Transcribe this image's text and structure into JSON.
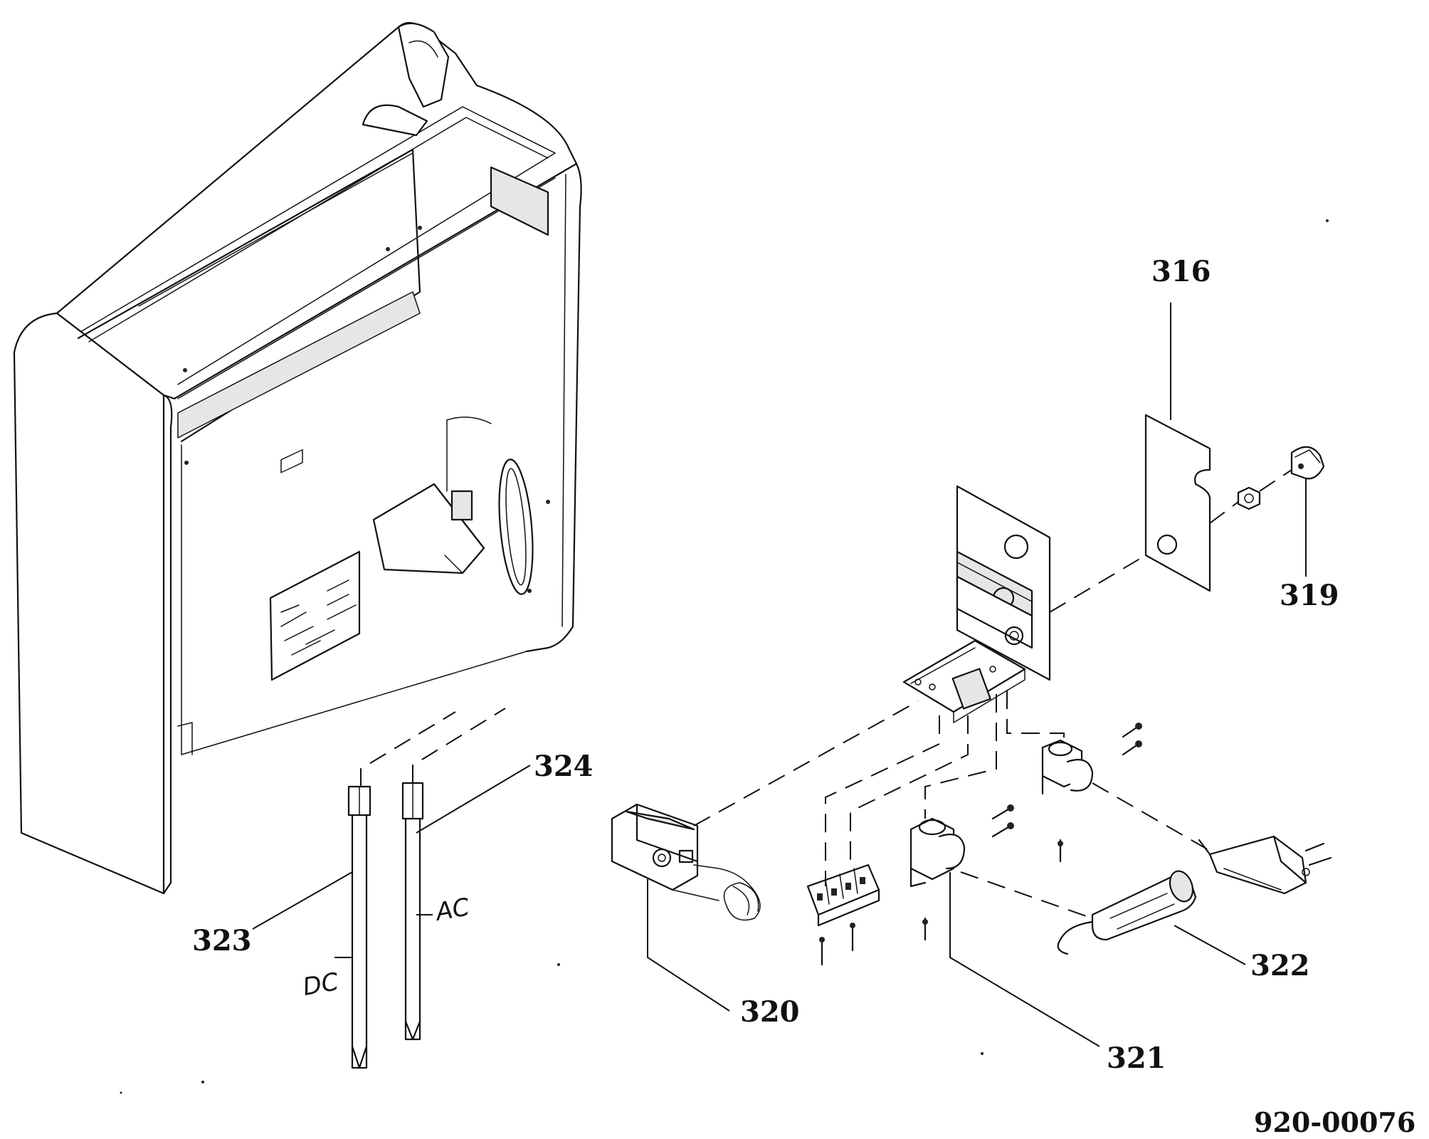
{
  "diagram": {
    "part_labels": {
      "p316": "316",
      "p319": "319",
      "p320": "320",
      "p321": "321",
      "p322": "322",
      "p323": "323",
      "p324": "324"
    },
    "wire_labels": {
      "dc": "DC",
      "ac": "AC"
    },
    "document_number": "920-00076"
  }
}
